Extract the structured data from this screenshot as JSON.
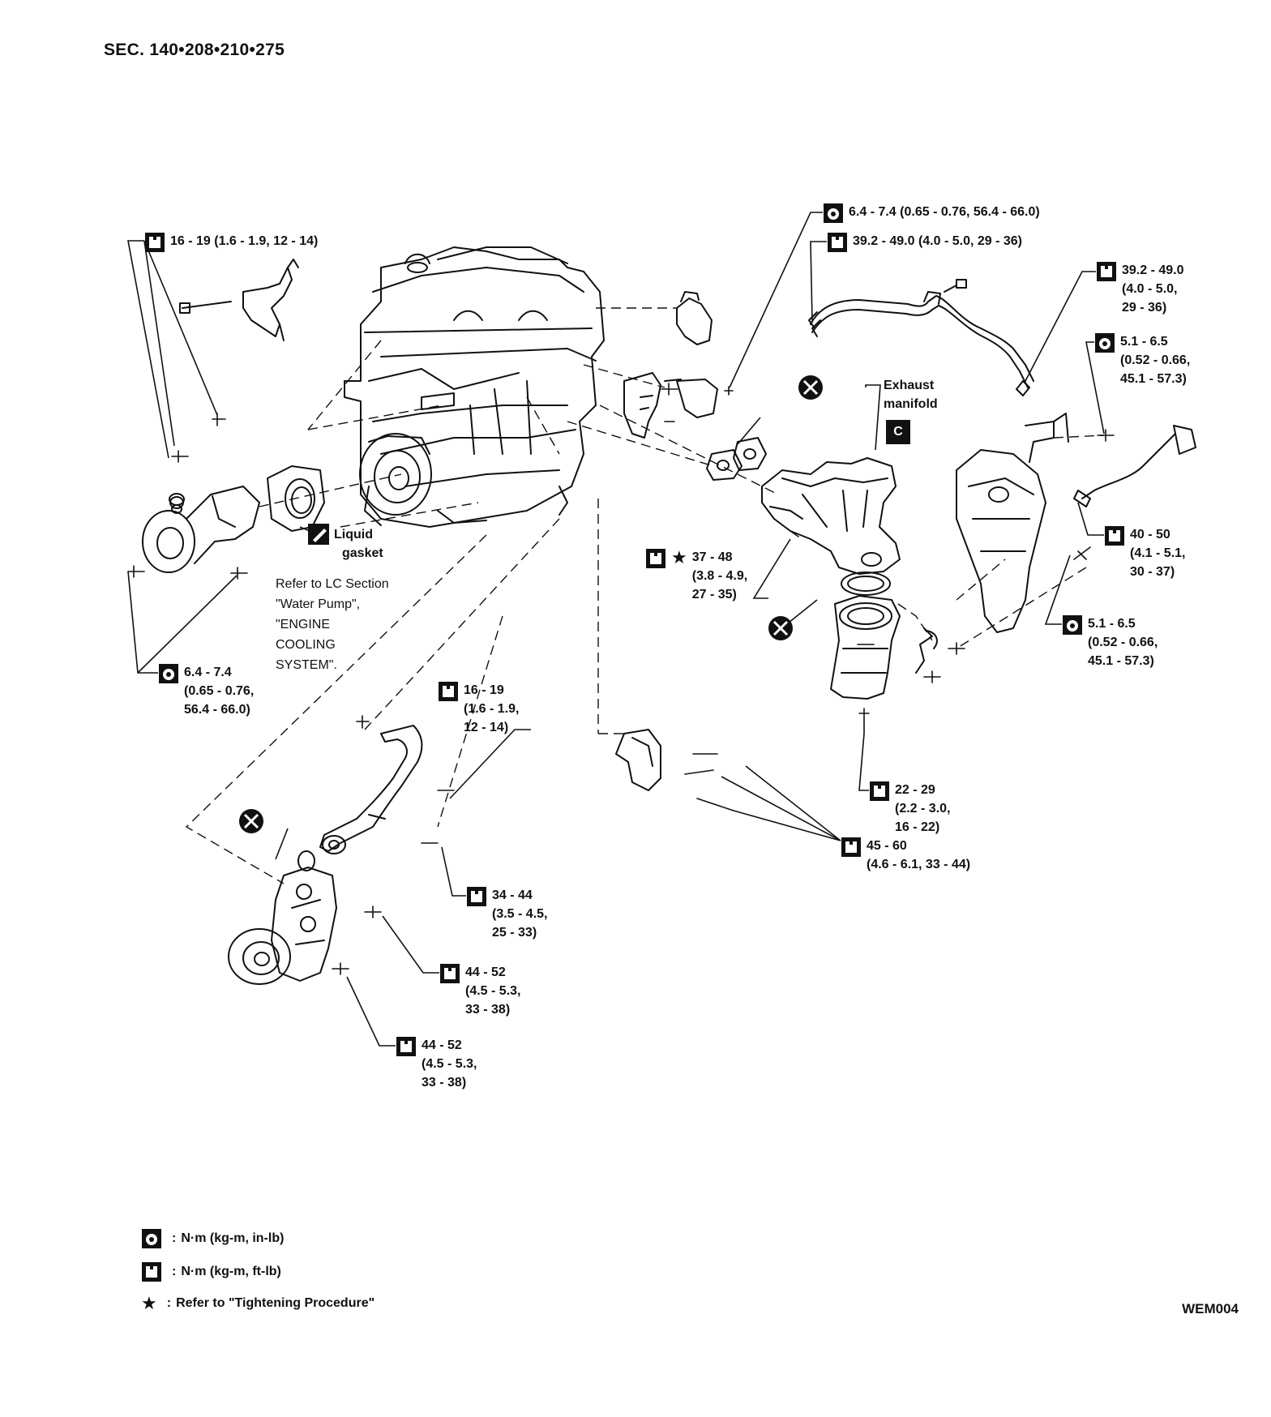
{
  "header": {
    "section": "SEC. 140•208•210•275"
  },
  "callouts": {
    "c_top_left": {
      "lines": [
        "16 - 19 (1.6 - 1.9, 12 - 14)"
      ],
      "icon": "wrench-icon"
    },
    "c_top_center1": {
      "lines": [
        "6.4 - 7.4 (0.65 - 0.76, 56.4 - 66.0)"
      ],
      "icon": "wrench-inlb-icon"
    },
    "c_top_center2": {
      "lines": [
        "39.2 - 49.0 (4.0 - 5.0, 29 - 36)"
      ],
      "icon": "wrench-icon"
    },
    "c_top_right": {
      "lines": [
        "39.2 - 49.0",
        "(4.0 - 5.0,",
        "29 - 36)"
      ],
      "icon": "wrench-icon"
    },
    "c_right_1": {
      "lines": [
        "5.1 - 6.5",
        "(0.52 - 0.66,",
        "45.1 - 57.3)"
      ],
      "icon": "wrench-inlb-icon"
    },
    "c_right_2": {
      "lines": [
        "40 - 50",
        "(4.1 - 5.1,",
        "30 - 37)"
      ],
      "icon": "wrench-icon"
    },
    "c_right_3": {
      "lines": [
        "5.1 - 6.5",
        "(0.52 - 0.66,",
        "45.1 - 57.3)"
      ],
      "icon": "wrench-inlb-icon"
    },
    "c_center_star": {
      "lines": [
        "37 - 48",
        "(3.8 - 4.9,",
        "27 - 35)"
      ],
      "icon": "wrench-icon"
    },
    "c_left_bottom": {
      "lines": [
        "6.4 - 7.4",
        "(0.65 - 0.76,",
        "56.4 - 66.0)"
      ],
      "icon": "wrench-inlb-icon"
    },
    "c_mid_1": {
      "lines": [
        "16 - 19",
        "(1.6 - 1.9,",
        "12 - 14)"
      ],
      "icon": "wrench-icon"
    },
    "c_mid_2": {
      "lines": [
        "34 - 44",
        "(3.5 - 4.5,",
        "25 - 33)"
      ],
      "icon": "wrench-icon"
    },
    "c_mid_3": {
      "lines": [
        "44 - 52",
        "(4.5 - 5.3,",
        "33 - 38)"
      ],
      "icon": "wrench-icon"
    },
    "c_mid_4": {
      "lines": [
        "44 - 52",
        "(4.5 - 5.3,",
        "33 - 38)"
      ],
      "icon": "wrench-icon"
    },
    "c_cat_bottom": {
      "lines": [
        "22 - 29",
        "(2.2 - 3.0,",
        "16 - 22)"
      ],
      "icon": "wrench-icon"
    },
    "c_bracket": {
      "lines": [
        "45 - 60",
        "(4.6 - 6.1, 33 - 44)"
      ],
      "icon": "wrench-icon"
    }
  },
  "labels": {
    "exhaust_manifold": [
      "Exhaust",
      "manifold"
    ],
    "exhaust_manifold_code": "C",
    "liquid_gasket": [
      "Liquid",
      "gasket"
    ],
    "refer_lc": [
      "Refer to LC Section",
      "\"Water Pump\",",
      "\"ENGINE",
      "COOLING",
      "SYSTEM\"."
    ]
  },
  "legend": {
    "inlb": "N·m (kg-m, in-lb)",
    "ftlb": "N·m (kg-m, ft-lb)",
    "star": "Refer to \"Tightening Procedure\"",
    "star_symbol": "★"
  },
  "figure_code": "WEM004"
}
